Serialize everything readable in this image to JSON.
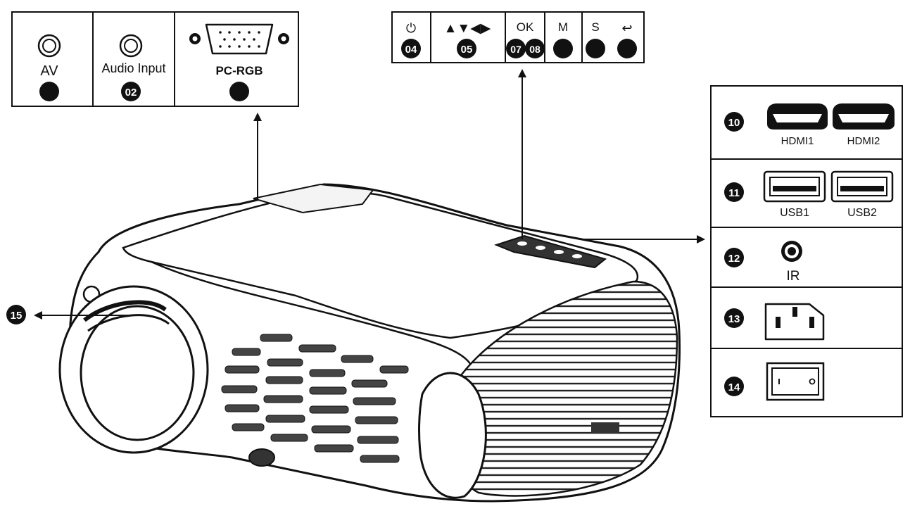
{
  "top_left_panel": {
    "av_label": "AV",
    "audio_input_label": "Audio Input",
    "pc_rgb_label": "PC-RGB",
    "badge_02": "02"
  },
  "top_button_panel": {
    "power_symbol": "⏻",
    "arrows_symbol": "▲▼◀▶",
    "ok_label": "OK",
    "m_label": "M",
    "s_label": "S",
    "back_symbol": "↩",
    "badge_04": "04",
    "badge_05": "05",
    "badge_07": "07",
    "badge_08": "08"
  },
  "right_panel": {
    "badge_10": "10",
    "hdmi1_label": "HDMI1",
    "hdmi2_label": "HDMI2",
    "badge_11": "11",
    "usb1_label": "USB1",
    "usb2_label": "USB2",
    "badge_12": "12",
    "ir_label": "IR",
    "badge_13": "13",
    "badge_14": "14"
  },
  "lens_callout": {
    "badge_15": "15"
  }
}
